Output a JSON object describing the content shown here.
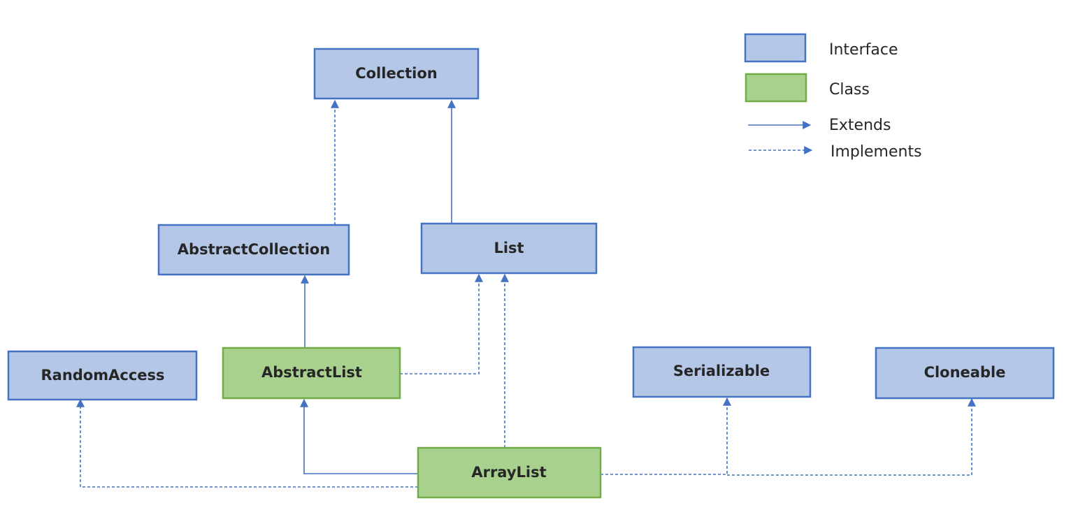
{
  "colors": {
    "interface_fill": "#b4c7e7",
    "interface_stroke": "#4472c4",
    "class_fill": "#a9d18e",
    "class_stroke": "#70ad47",
    "arrow": "#4472c4"
  },
  "nodes": {
    "collection": {
      "label": "Collection",
      "kind": "interface"
    },
    "abstract_collection": {
      "label": "AbstractCollection",
      "kind": "interface"
    },
    "list": {
      "label": "List",
      "kind": "interface"
    },
    "random_access": {
      "label": "RandomAccess",
      "kind": "interface"
    },
    "abstract_list": {
      "label": "AbstractList",
      "kind": "class"
    },
    "serializable": {
      "label": "Serializable",
      "kind": "interface"
    },
    "cloneable": {
      "label": "Cloneable",
      "kind": "interface"
    },
    "array_list": {
      "label": "ArrayList",
      "kind": "class"
    }
  },
  "edges": [
    {
      "from": "abstract_collection",
      "to": "collection",
      "relation": "implements"
    },
    {
      "from": "list",
      "to": "collection",
      "relation": "extends"
    },
    {
      "from": "abstract_list",
      "to": "abstract_collection",
      "relation": "extends"
    },
    {
      "from": "abstract_list",
      "to": "list",
      "relation": "implements"
    },
    {
      "from": "array_list",
      "to": "list",
      "relation": "implements"
    },
    {
      "from": "array_list",
      "to": "abstract_list",
      "relation": "extends"
    },
    {
      "from": "array_list",
      "to": "random_access",
      "relation": "implements"
    },
    {
      "from": "array_list",
      "to": "serializable",
      "relation": "implements"
    },
    {
      "from": "array_list",
      "to": "cloneable",
      "relation": "implements"
    }
  ],
  "legend": {
    "interface_label": "Interface",
    "class_label": "Class",
    "extends_label": "Extends",
    "implements_label": "Implements"
  }
}
